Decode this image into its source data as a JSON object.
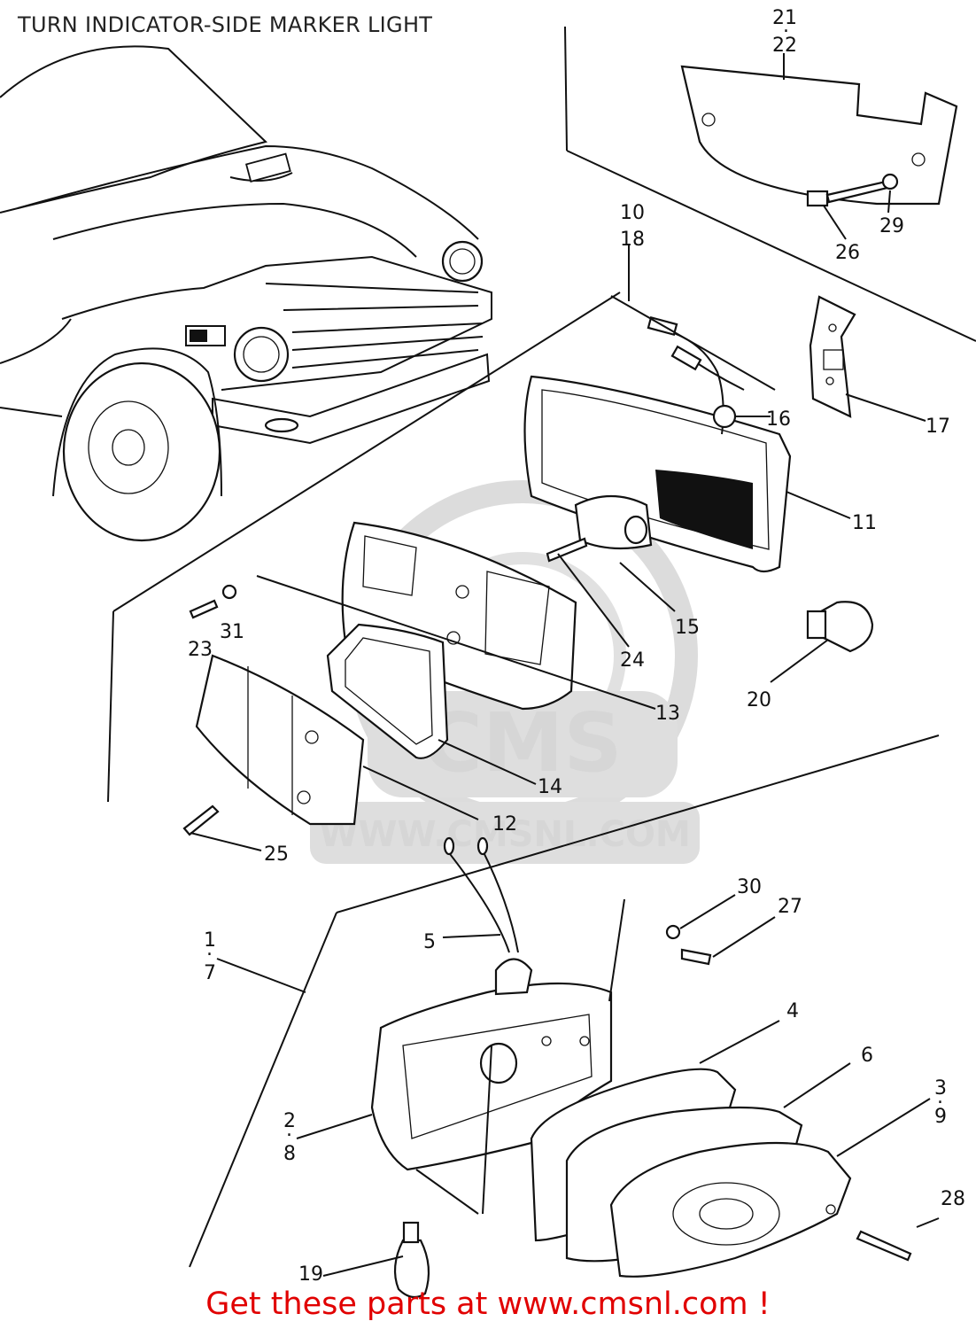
{
  "title": "TURN INDICATOR-SIDE MARKER LIGHT",
  "watermark": {
    "brand": "CMS",
    "url": "WWW.CMSNL.COM"
  },
  "footer": "Get these parts at www.cmsnl.com !",
  "callouts": {
    "c21_22": [
      "21",
      "22"
    ],
    "c10_18": [
      "10",
      "18"
    ],
    "c1_7": [
      "1",
      "7"
    ],
    "c2_8": [
      "2",
      "8"
    ],
    "c3_9": [
      "3",
      "9"
    ],
    "c4": "4",
    "c5": "5",
    "c6": "6",
    "c11": "11",
    "c12": "12",
    "c13": "13",
    "c14": "14",
    "c15": "15",
    "c16": "16",
    "c17": "17",
    "c19": "19",
    "c20": "20",
    "c23": "23",
    "c24": "24",
    "c25": "25",
    "c26": "26",
    "c27": "27",
    "c28": "28",
    "c29": "29",
    "c30": "30",
    "c31": "31"
  },
  "colors": {
    "footer": "#e10000",
    "line": "#111111",
    "watermark": "#cfcfcf"
  }
}
